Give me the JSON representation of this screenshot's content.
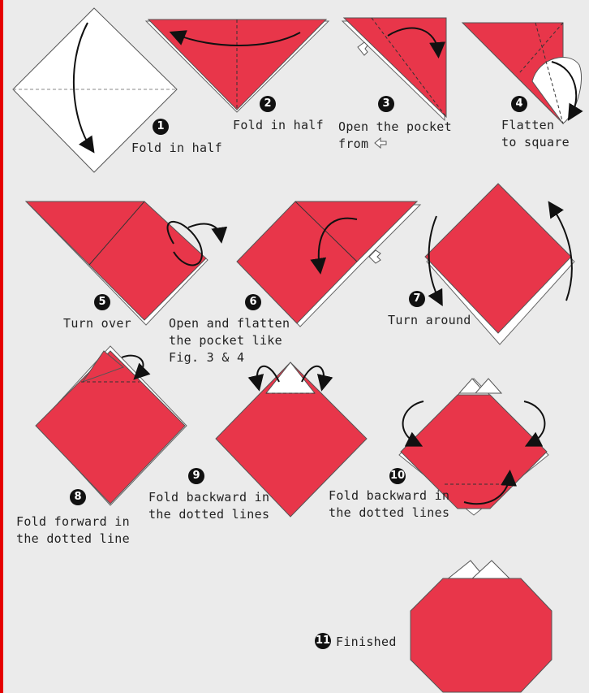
{
  "diagram": {
    "steps": [
      {
        "number": "1",
        "caption": "Fold in half"
      },
      {
        "number": "2",
        "caption": "Fold in half"
      },
      {
        "number": "3",
        "caption": "Open the pocket\nfrom"
      },
      {
        "number": "4",
        "caption": "Flatten\nto square"
      },
      {
        "number": "5",
        "caption": "Turn over"
      },
      {
        "number": "6",
        "caption": "Open and flatten\nthe pocket like\nFig. 3 & 4"
      },
      {
        "number": "7",
        "caption": "Turn around"
      },
      {
        "number": "8",
        "caption": "Fold forward in\nthe dotted line"
      },
      {
        "number": "9",
        "caption": "Fold backward in\nthe dotted lines"
      },
      {
        "number": "10",
        "caption": "Fold backward in\nthe dotted lines"
      },
      {
        "number": "11",
        "caption": "Finished"
      }
    ],
    "colors": {
      "paper_red": "#e8364a",
      "paper_white": "#ffffff",
      "background": "#ebebeb",
      "frame_red": "#e60000"
    }
  }
}
